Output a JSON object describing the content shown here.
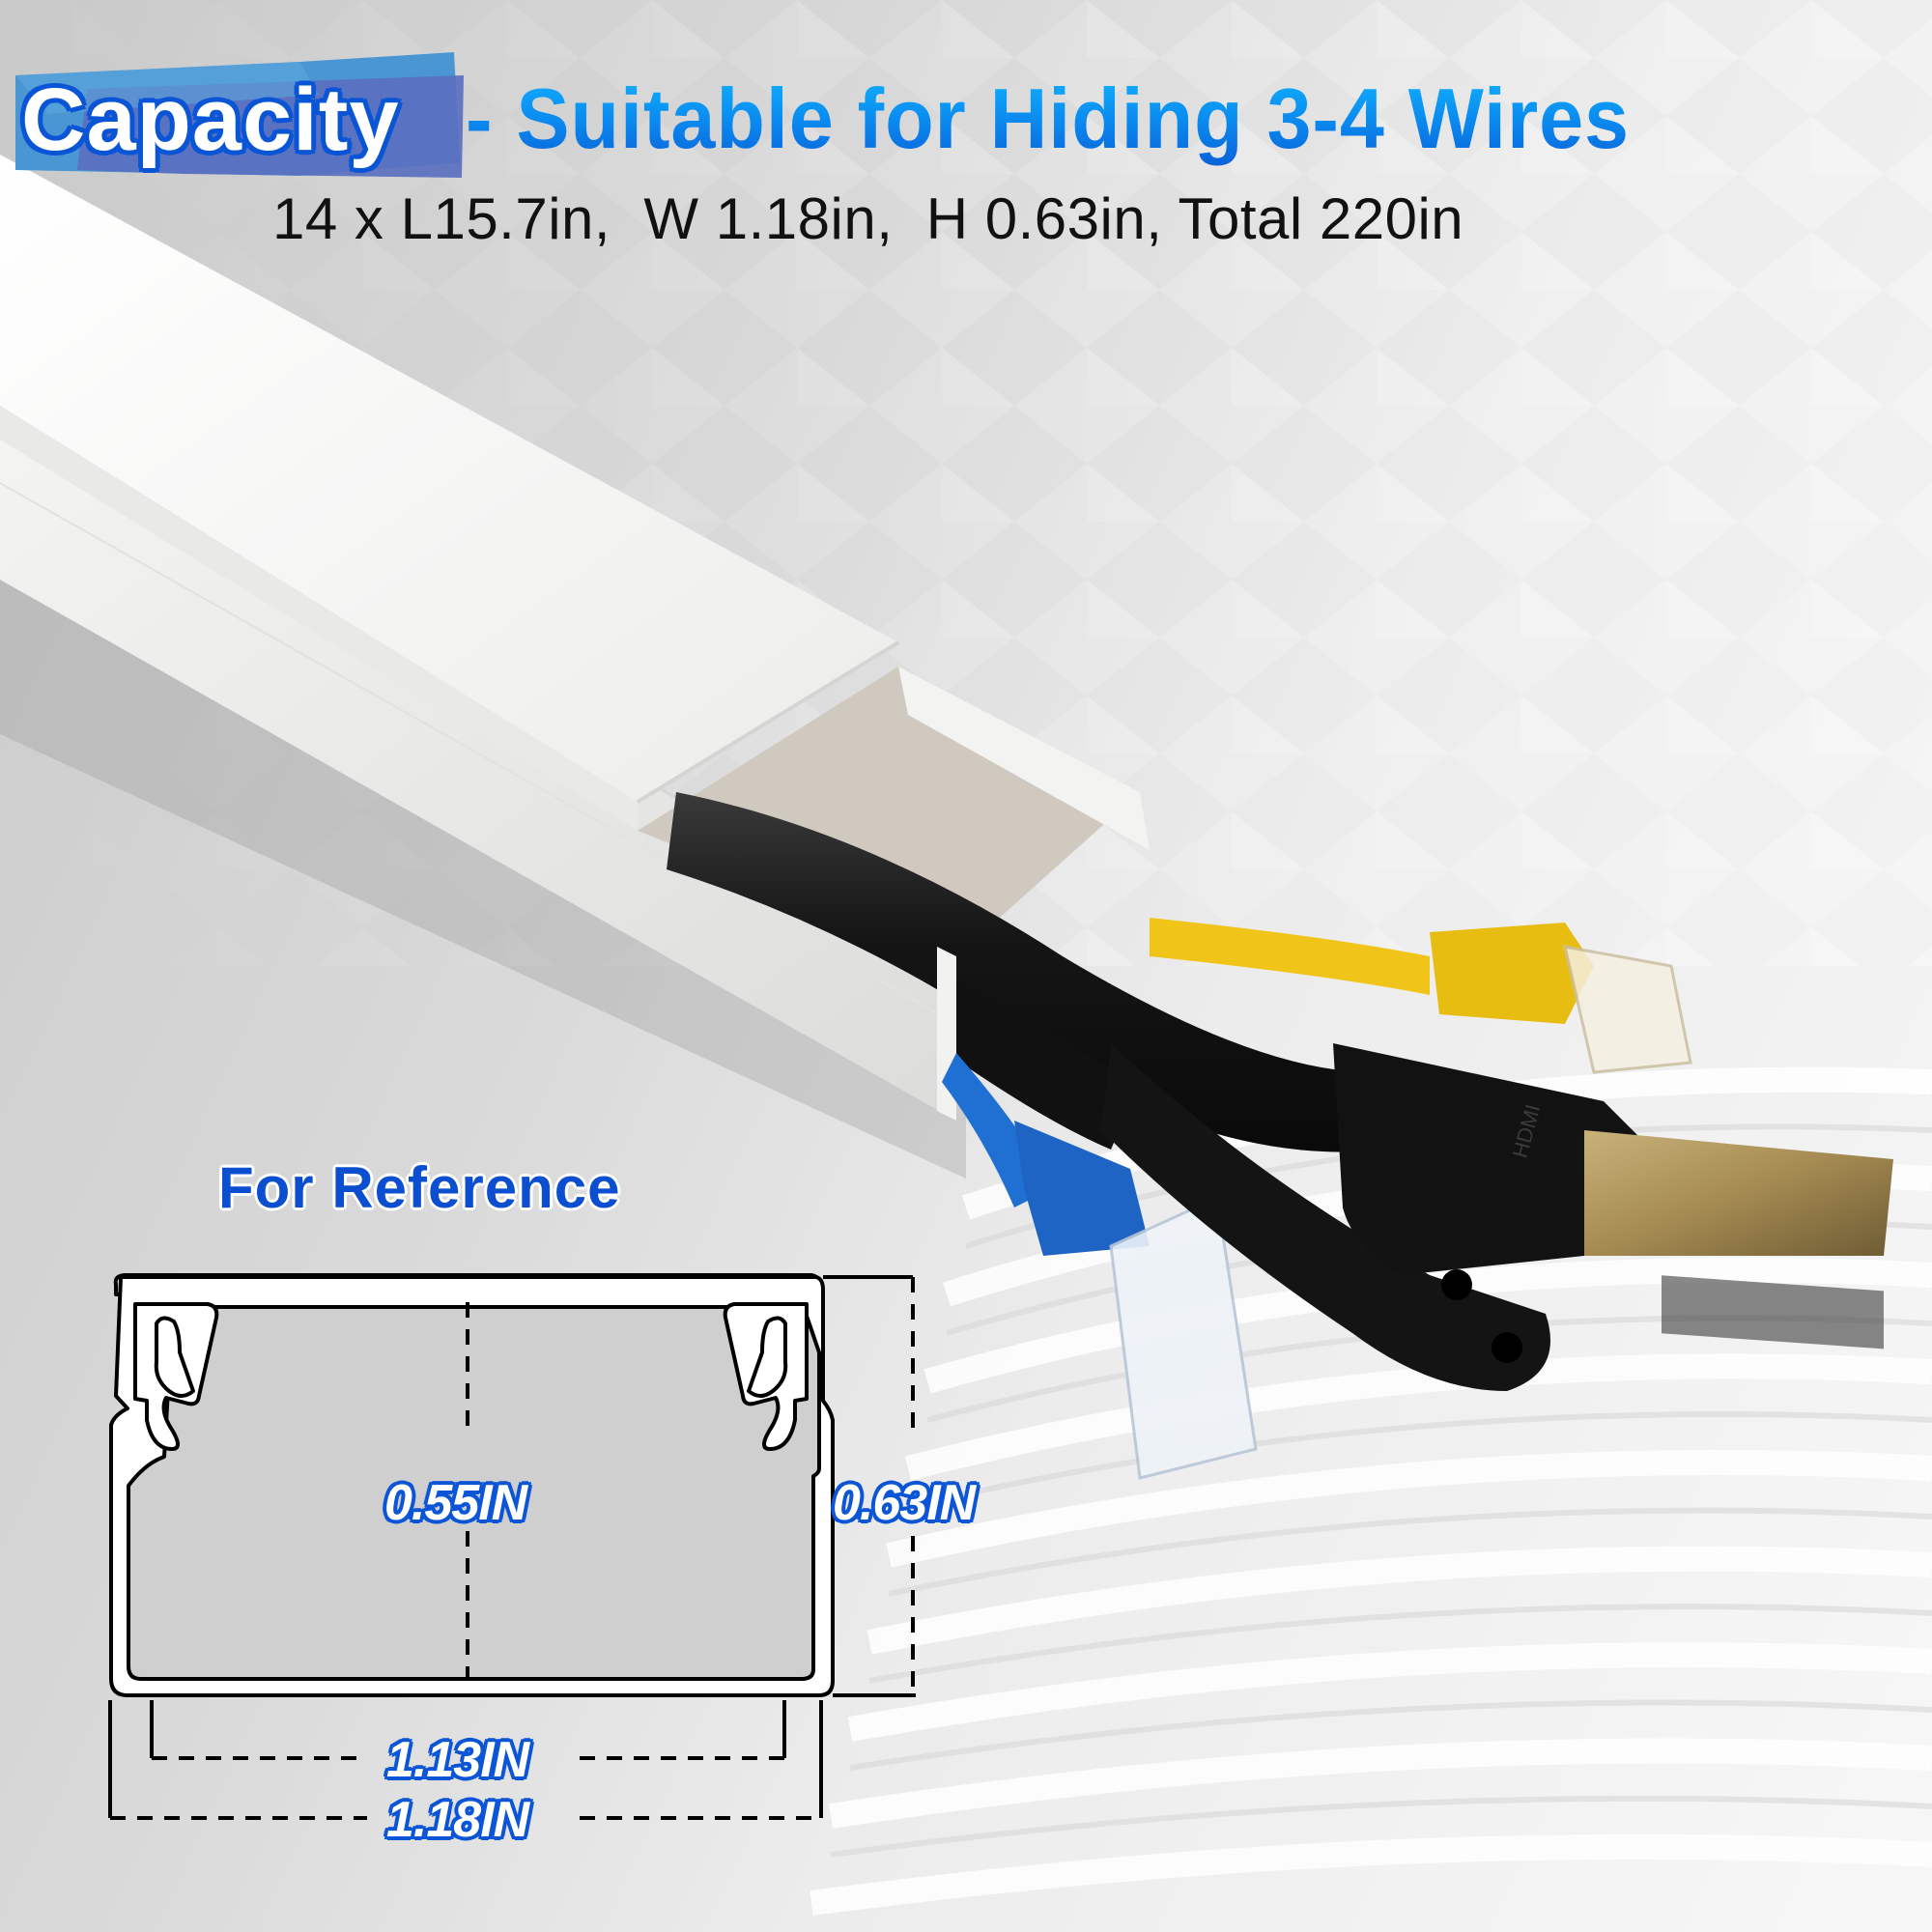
{
  "headline": {
    "highlight": "Capacity",
    "rest": "- Suitable for Hiding 3-4 Wires",
    "specs": "14 x L15.7in,  W 1.18in,  H 0.63in, Total 220in"
  },
  "reference": {
    "title": "For Reference",
    "dimensions": {
      "inner_height": "0.55IN",
      "outer_height": "0.63IN",
      "inner_width": "1.13IN",
      "outer_width": "1.18IN"
    }
  },
  "product": {
    "name": "cable-raceway",
    "cables": [
      "black power cable",
      "yellow ethernet cable",
      "blue ethernet cable",
      "black HDMI cable",
      "black figure-8 power connector"
    ],
    "hdmi_label": "HDMI"
  },
  "colors": {
    "headline_blue": "#0a8cf0",
    "banner_blue": "#3f8fd0",
    "banner_indigo": "#5a6fbf",
    "label_outline": "#0b55d6",
    "raceway_white": "#f7f7f5",
    "cable_black": "#161616",
    "ethernet_blue": "#1e6fd0",
    "ethernet_yellow": "#f2c51a"
  }
}
